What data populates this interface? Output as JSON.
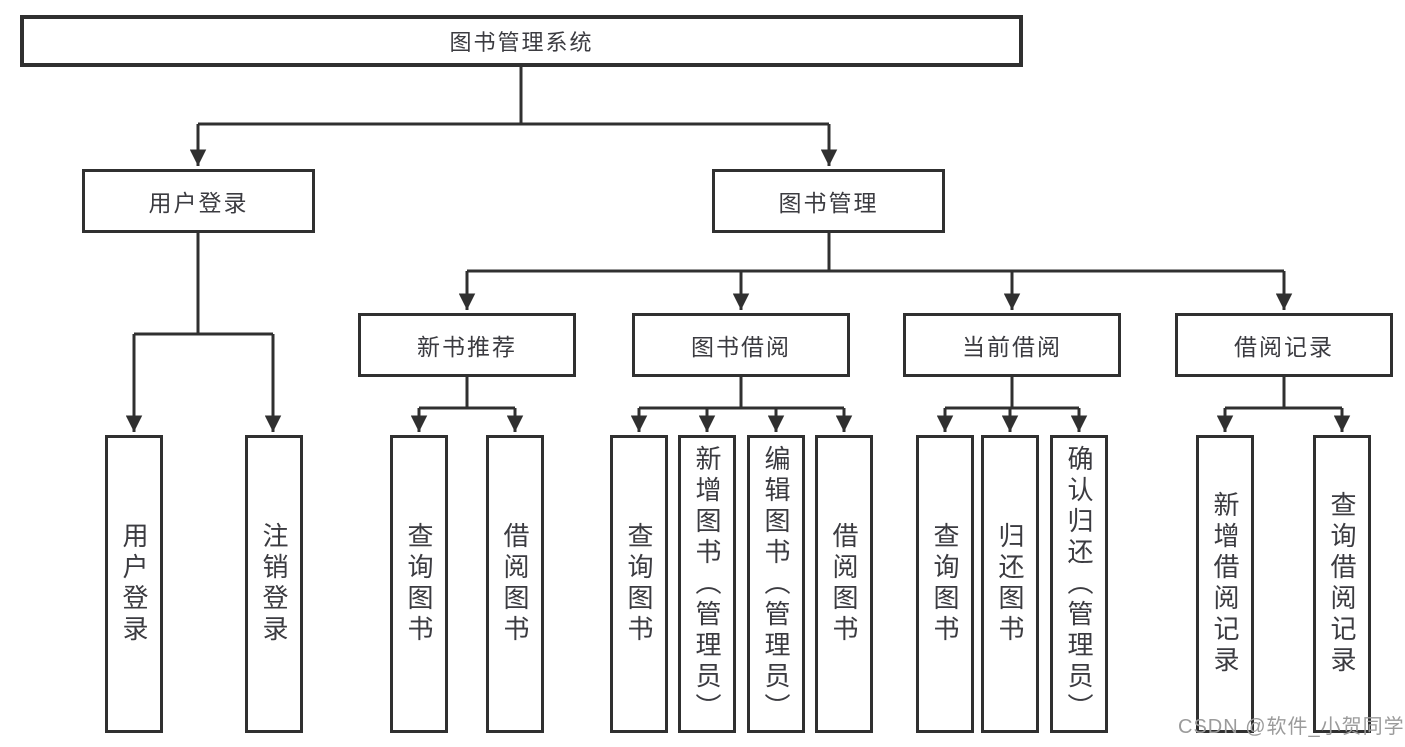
{
  "tree": {
    "root": {
      "label": "图书管理系统",
      "children": [
        {
          "label": "用户登录",
          "children": [
            {
              "label": "用户登录"
            },
            {
              "label": "注销登录"
            }
          ]
        },
        {
          "label": "图书管理",
          "children": [
            {
              "label": "新书推荐",
              "children": [
                {
                  "label": "查询图书"
                },
                {
                  "label": "借阅图书"
                }
              ]
            },
            {
              "label": "图书借阅",
              "children": [
                {
                  "label": "查询图书"
                },
                {
                  "label": "新增图书（管理员）"
                },
                {
                  "label": "编辑图书（管理员）"
                },
                {
                  "label": "借阅图书"
                }
              ]
            },
            {
              "label": "当前借阅",
              "children": [
                {
                  "label": "查询图书"
                },
                {
                  "label": "归还图书"
                },
                {
                  "label": "确认归还（管理员）"
                }
              ]
            },
            {
              "label": "借阅记录",
              "children": [
                {
                  "label": "新增借阅记录"
                },
                {
                  "label": "查询借阅记录"
                }
              ]
            }
          ]
        }
      ]
    }
  },
  "watermark": {
    "text": "CSDN @软件_小贺同学"
  },
  "colors": {
    "line": "#303030",
    "text": "#3b3b40",
    "background": "#ffffff",
    "watermark": "#9b9b9b"
  }
}
